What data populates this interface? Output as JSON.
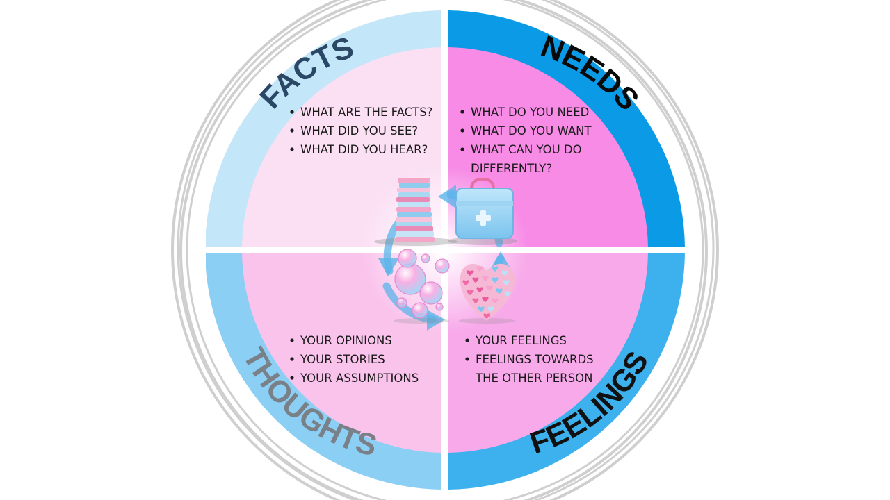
{
  "quadrants": {
    "facts": {
      "label": "FACTS",
      "bullets": [
        "WHAT ARE THE FACTS?",
        "WHAT DID YOU SEE?",
        "WHAT DID YOU HEAR?"
      ]
    },
    "needs": {
      "label": "NEEDS",
      "bullets": [
        "WHAT DO YOU NEED",
        "WHAT DO YOU WANT",
        "WHAT CAN YOU DO",
        "DIFFERENTLY?"
      ]
    },
    "thoughts": {
      "label": "THOUGHTS",
      "bullets": [
        "YOUR OPINIONS",
        "YOUR STORIES",
        "YOUR ASSUMPTIONS"
      ]
    },
    "feelings": {
      "label": "FEELINGS",
      "bullets": [
        "YOUR FEELINGS",
        "FEELINGS TOWARDS",
        "THE OTHER PERSON"
      ]
    }
  },
  "colors": {
    "facts_ring": "#c3e6f8",
    "facts_fill": "#fbe0f4",
    "needs_ring": "#0b9be6",
    "needs_fill": "#f78be6",
    "thoughts_ring": "#8ccff4",
    "thoughts_fill": "#fac3ec",
    "feelings_ring": "#3db1ee",
    "feelings_fill": "#f8a9ea",
    "outer_circles": "#cfcfcf",
    "facts_label": "#2b4766",
    "needs_label": "#0a0a0a",
    "thoughts_label": "#7a8088",
    "feelings_label": "#111111"
  },
  "icons": [
    "book-stack-icon",
    "first-aid-kit-icon",
    "bubbles-icon",
    "hearts-icon",
    "cycle-arrows-icon"
  ]
}
